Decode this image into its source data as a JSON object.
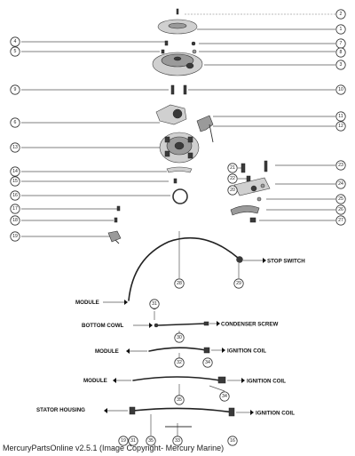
{
  "callouts": {
    "c1": "1",
    "c2": "2",
    "c3": "3",
    "c4": "4",
    "c5": "5",
    "c6": "6",
    "c7": "7",
    "c8": "8",
    "c9": "9",
    "c10": "10",
    "c11": "11",
    "c12": "12",
    "c13": "13",
    "c14": "14",
    "c15": "15",
    "c16": "16",
    "c17": "17",
    "c18": "18",
    "c19": "19",
    "c20": "20",
    "c21": "21",
    "c22": "22",
    "c23": "23",
    "c24": "24",
    "c25": "25",
    "c26": "26",
    "c27": "27",
    "c28": "28",
    "c29": "29",
    "c30": "30",
    "c31": "31",
    "c32": "32",
    "c33": "33",
    "c34": "34",
    "c35": "35"
  },
  "labels": {
    "stop_switch": "STOP SWITCH",
    "module": "MODULE",
    "bottom_cowl": "BOTTOM COWL",
    "condenser_screw": "CONDENSER SCREW",
    "ignition_coil": "IGNITION COIL",
    "stator_housing": "STATOR HOUSING"
  },
  "footer": "MercuryPartsOnline v2.5.1 (Image Copyright- Mercury Marine)"
}
